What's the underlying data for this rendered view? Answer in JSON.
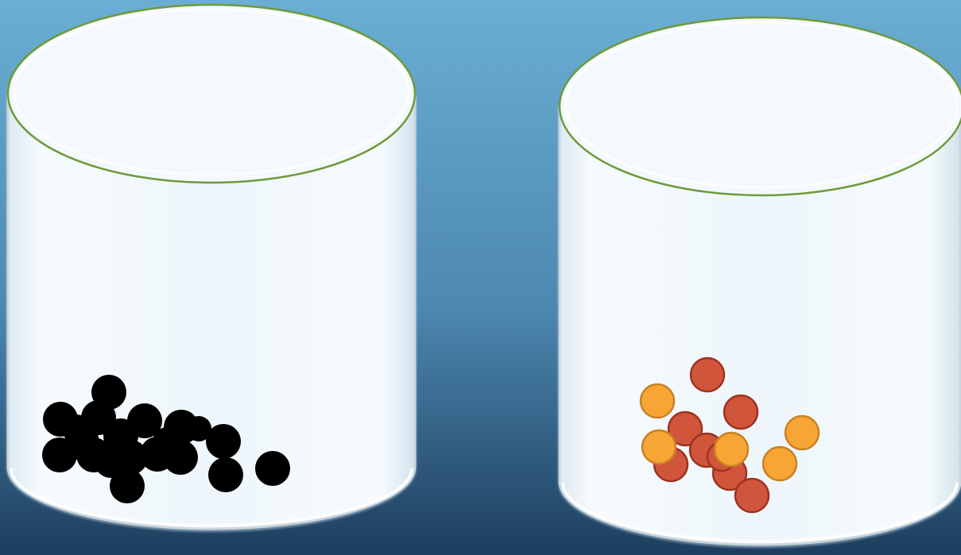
{
  "colors": {
    "background_top": "#6aaed3",
    "background_bottom": "#1d3e5e",
    "container_fill": "#eef6fb",
    "container_rim": "#6e9a3a",
    "black_ball": "#000000",
    "red_ball": "#d0553a",
    "red_ball_stroke": "#9c3322",
    "orange_ball": "#f7a534",
    "orange_ball_stroke": "#c98124"
  },
  "containers": [
    {
      "name": "left-container",
      "balls": [
        {
          "kind": "black",
          "count": 20
        }
      ]
    },
    {
      "name": "right-container",
      "balls": [
        {
          "kind": "red",
          "count": 8
        },
        {
          "kind": "orange",
          "count": 5
        }
      ]
    }
  ]
}
